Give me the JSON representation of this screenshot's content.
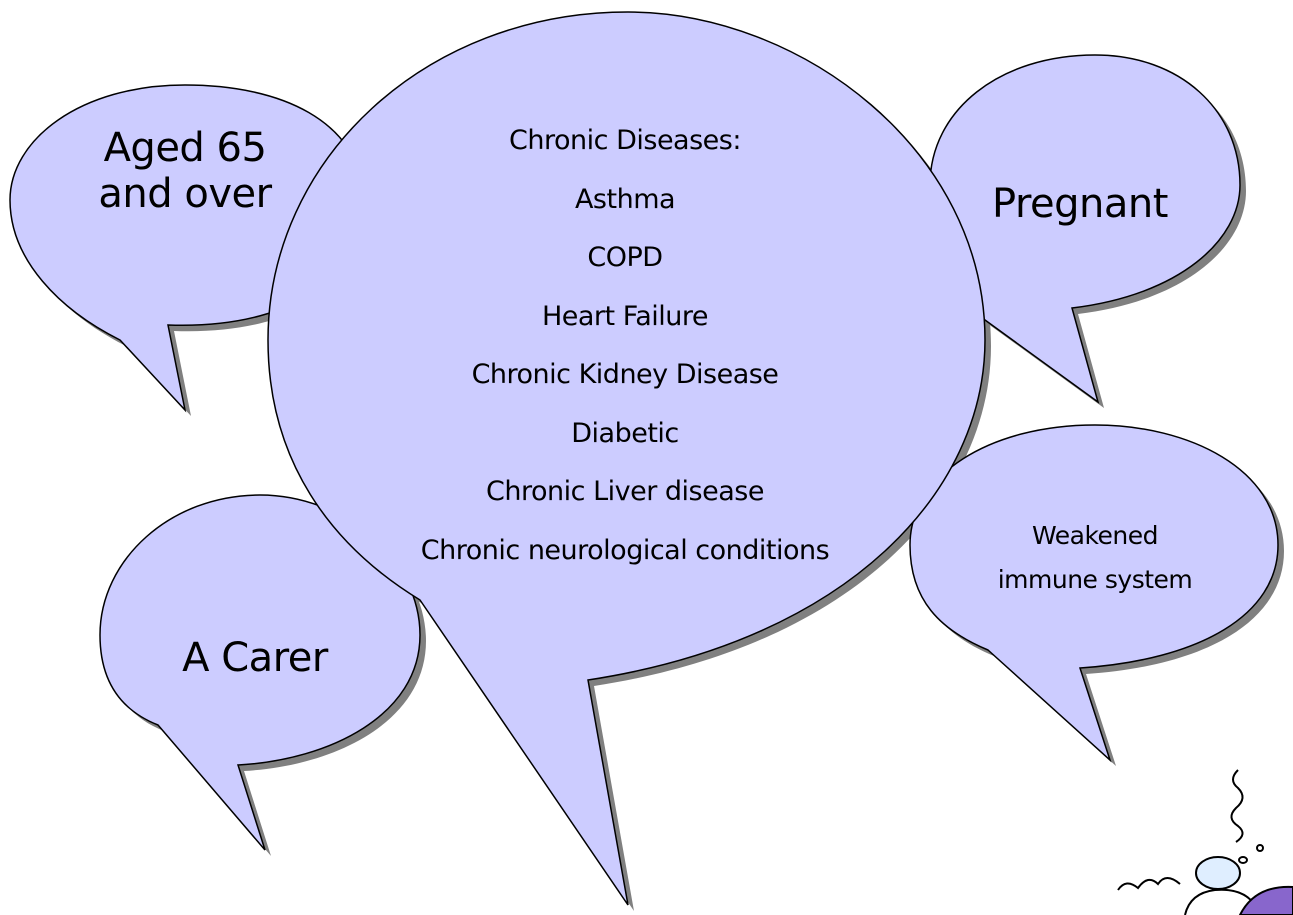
{
  "colors": {
    "bubble_fill": "#ccccff",
    "bubble_stroke": "#000000",
    "shadow": "#808080"
  },
  "bubbles": {
    "aged": {
      "lines": [
        "Aged 65",
        "and over"
      ]
    },
    "pregnant": {
      "lines": [
        "Pregnant"
      ]
    },
    "carer": {
      "lines": [
        "A Carer"
      ]
    },
    "weakened": {
      "lines": [
        "Weakened",
        "immune system"
      ]
    },
    "chronic": {
      "heading": "Chronic Diseases:",
      "items": [
        "Asthma",
        "COPD",
        "Heart Failure",
        "Chronic Kidney Disease",
        "Diabetic",
        "Chronic Liver disease",
        "Chronic neurological conditions"
      ]
    }
  },
  "decoration": {
    "icon": "cartoon-bug-icon"
  }
}
